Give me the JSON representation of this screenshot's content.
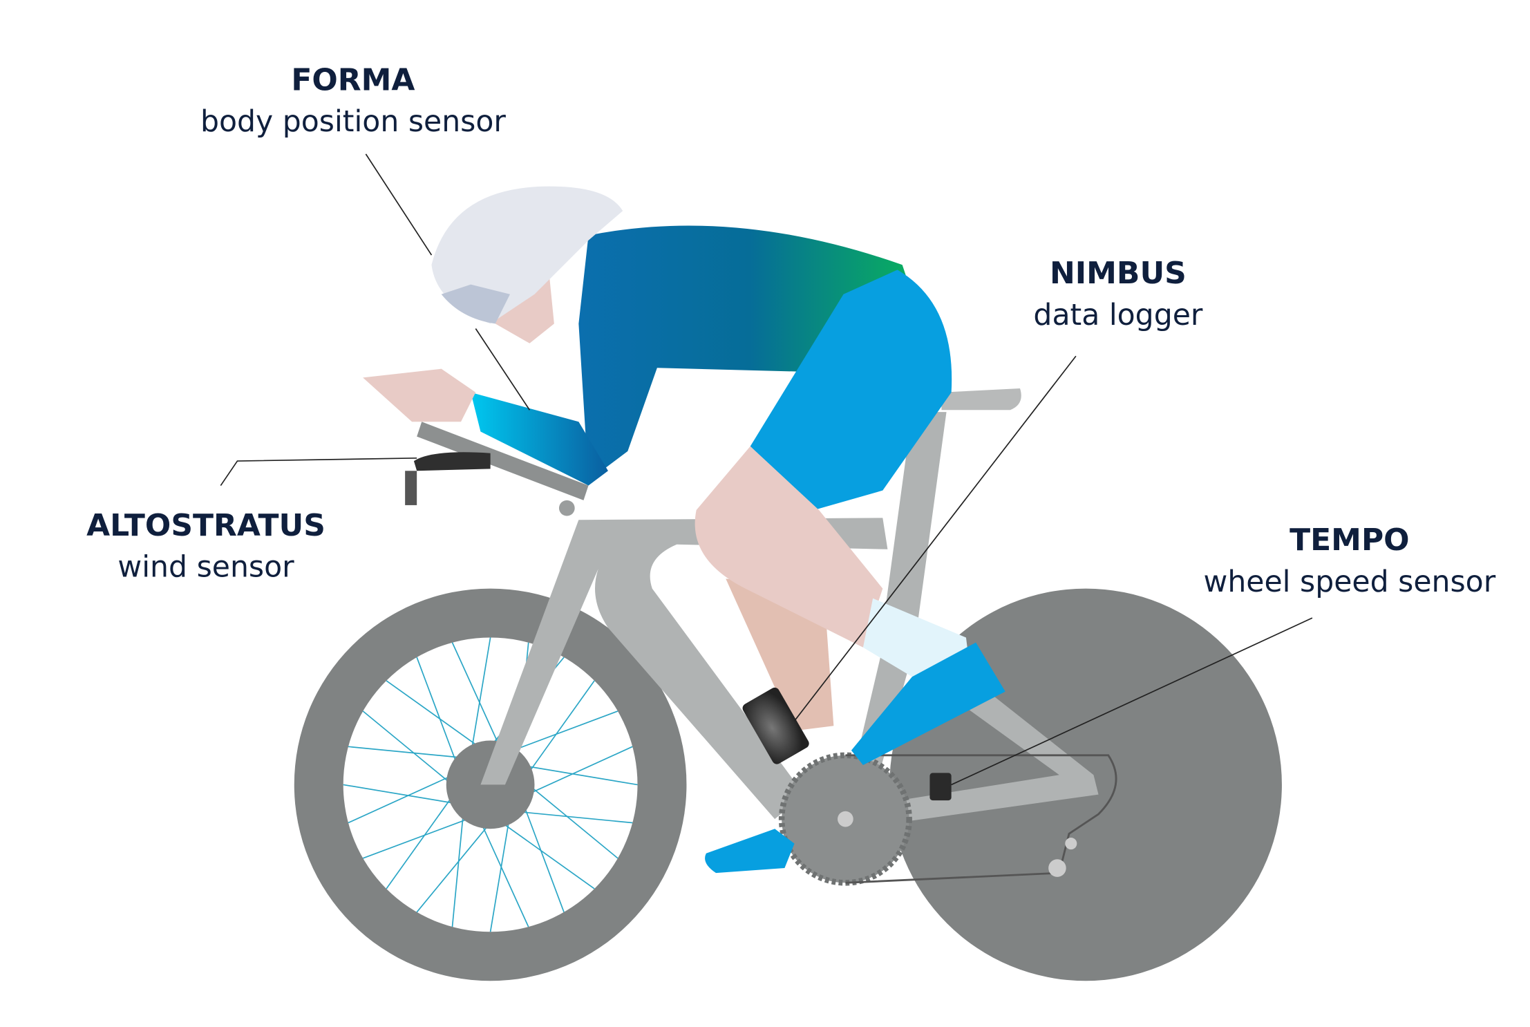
{
  "labels": {
    "forma": {
      "name": "FORMA",
      "description": "body position sensor"
    },
    "nimbus": {
      "name": "NIMBUS",
      "description": "data logger"
    },
    "altostratus": {
      "name": "ALTOSTRATUS",
      "description": "wind sensor"
    },
    "tempo": {
      "name": "TEMPO",
      "description": "wheel speed sensor"
    }
  },
  "colors": {
    "text": "#0f1f3d",
    "wheel": "#808383",
    "frame": "#b0b3b3",
    "skin": "#e8cbc6",
    "shorts": "#079fe0",
    "spokes": "#2ba6c6",
    "helmet": "#e4e7ee"
  },
  "front_wheel_spoke_count": 24
}
